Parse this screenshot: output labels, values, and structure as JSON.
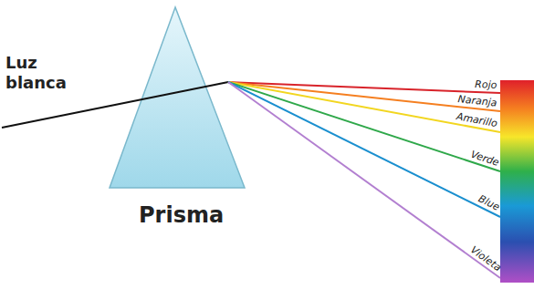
{
  "diagram": {
    "labels": [
      "Luz blanca",
      "Prisma",
      "Rojo",
      "Naranja",
      "Amarillo",
      "Verde",
      "Blue",
      "Violeta"
    ]
  }
}
